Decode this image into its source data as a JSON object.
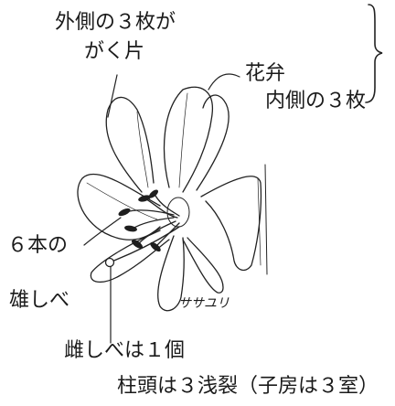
{
  "labels": {
    "sepals_line1": "外側の３枚が",
    "sepals_line2": "がく片",
    "petals_line1": "花弁",
    "petals_line2": "内側の３枚",
    "stamens_line1": "６本の",
    "stamens_line2": "雄しべ",
    "pistil": "雌しべは１個",
    "species": "ササユリ",
    "stigma_note": "柱頭は３浅裂（子房は３室）"
  },
  "colors": {
    "ink": "#1a1a1a",
    "background": "#ffffff"
  }
}
